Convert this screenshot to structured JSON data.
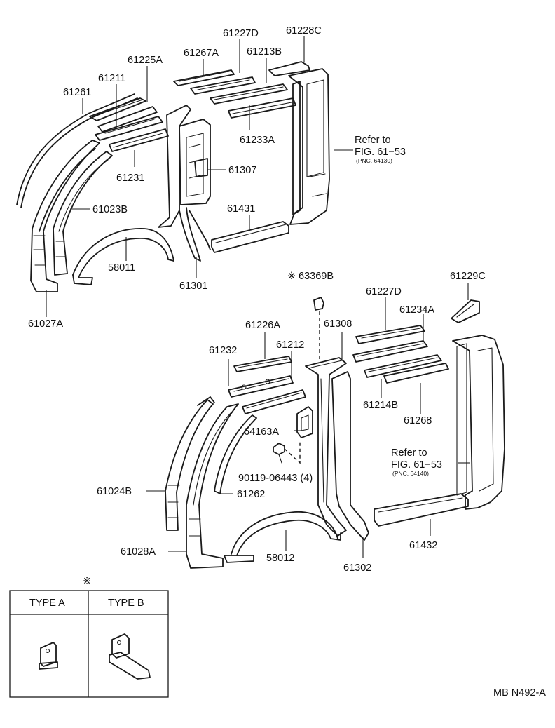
{
  "part_labels": {
    "p61227D_top": "61227D",
    "p61228C": "61228C",
    "p61267A": "61267A",
    "p61213B": "61213B",
    "p61225A": "61225A",
    "p61211": "61211",
    "p61261": "61261",
    "p61233A": "61233A",
    "p61231": "61231",
    "p61307": "61307",
    "p61023B": "61023B",
    "p61431": "61431",
    "p58011": "58011",
    "p61301": "61301",
    "p61027A": "61027A",
    "p63369B": "63369B",
    "p61229C": "61229C",
    "p61227D_bottom": "61227D",
    "p61234A": "61234A",
    "p61226A": "61226A",
    "p61308": "61308",
    "p61232": "61232",
    "p61212": "61212",
    "p61214B": "61214B",
    "p61268": "61268",
    "p64163A": "64163A",
    "p61024B": "61024B",
    "p90119": "90119-06443 (4)",
    "p61262": "61262",
    "p61028A": "61028A",
    "p58012": "58012",
    "p61302": "61302",
    "p61432": "61432"
  },
  "references": {
    "upper": {
      "refer": "Refer to",
      "fig": "FIG. 61−53",
      "pnc": "(PNC. 64130)"
    },
    "lower": {
      "refer": "Refer to",
      "fig": "FIG. 61−53",
      "pnc": "(PNC. 64140)"
    }
  },
  "legend": {
    "symbol": "※",
    "type_a": "TYPE A",
    "type_b": "TYPE B"
  },
  "diagram_code": "MB N492-A"
}
